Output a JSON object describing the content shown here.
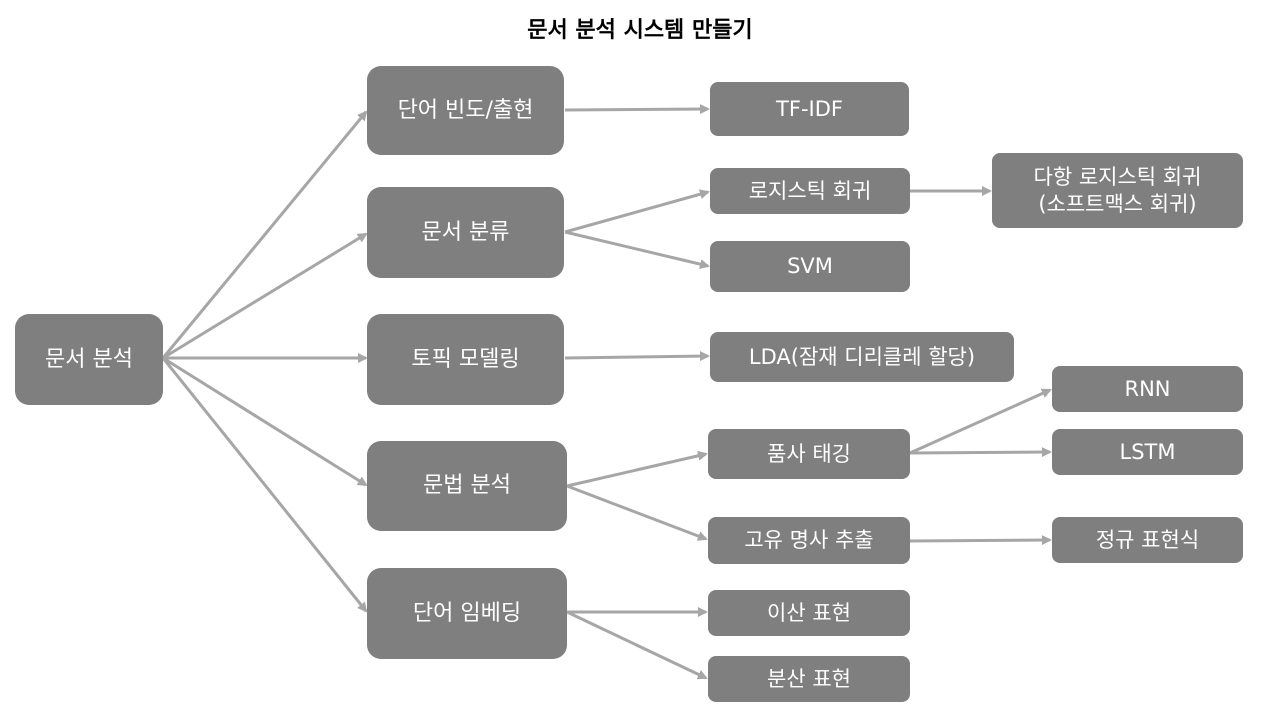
{
  "title": "문서 분석 시스템 만들기",
  "colors": {
    "node_fill": "#7f7f7f",
    "node_text": "#ffffff",
    "arrow": "#a6a6a6"
  },
  "nodes": {
    "root": "문서 분석",
    "word_freq": "단어 빈도/출현",
    "doc_class": "문서 분류",
    "topic": "토픽 모델링",
    "grammar": "문법 분석",
    "embedding": "단어 임베딩",
    "tfidf": "TF-IDF",
    "logistic": "로지스틱 회귀",
    "multinomial": "다항 로지스틱 회귀\n(소프트맥스 회귀)",
    "svm": "SVM",
    "lda": "LDA(잠재 디리클레 할당)",
    "pos": "품사 태깅",
    "rnn": "RNN",
    "lstm": "LSTM",
    "ner": "고유 명사 추출",
    "regex": "정규 표현식",
    "discrete": "이산 표현",
    "distributed": "분산 표현"
  }
}
